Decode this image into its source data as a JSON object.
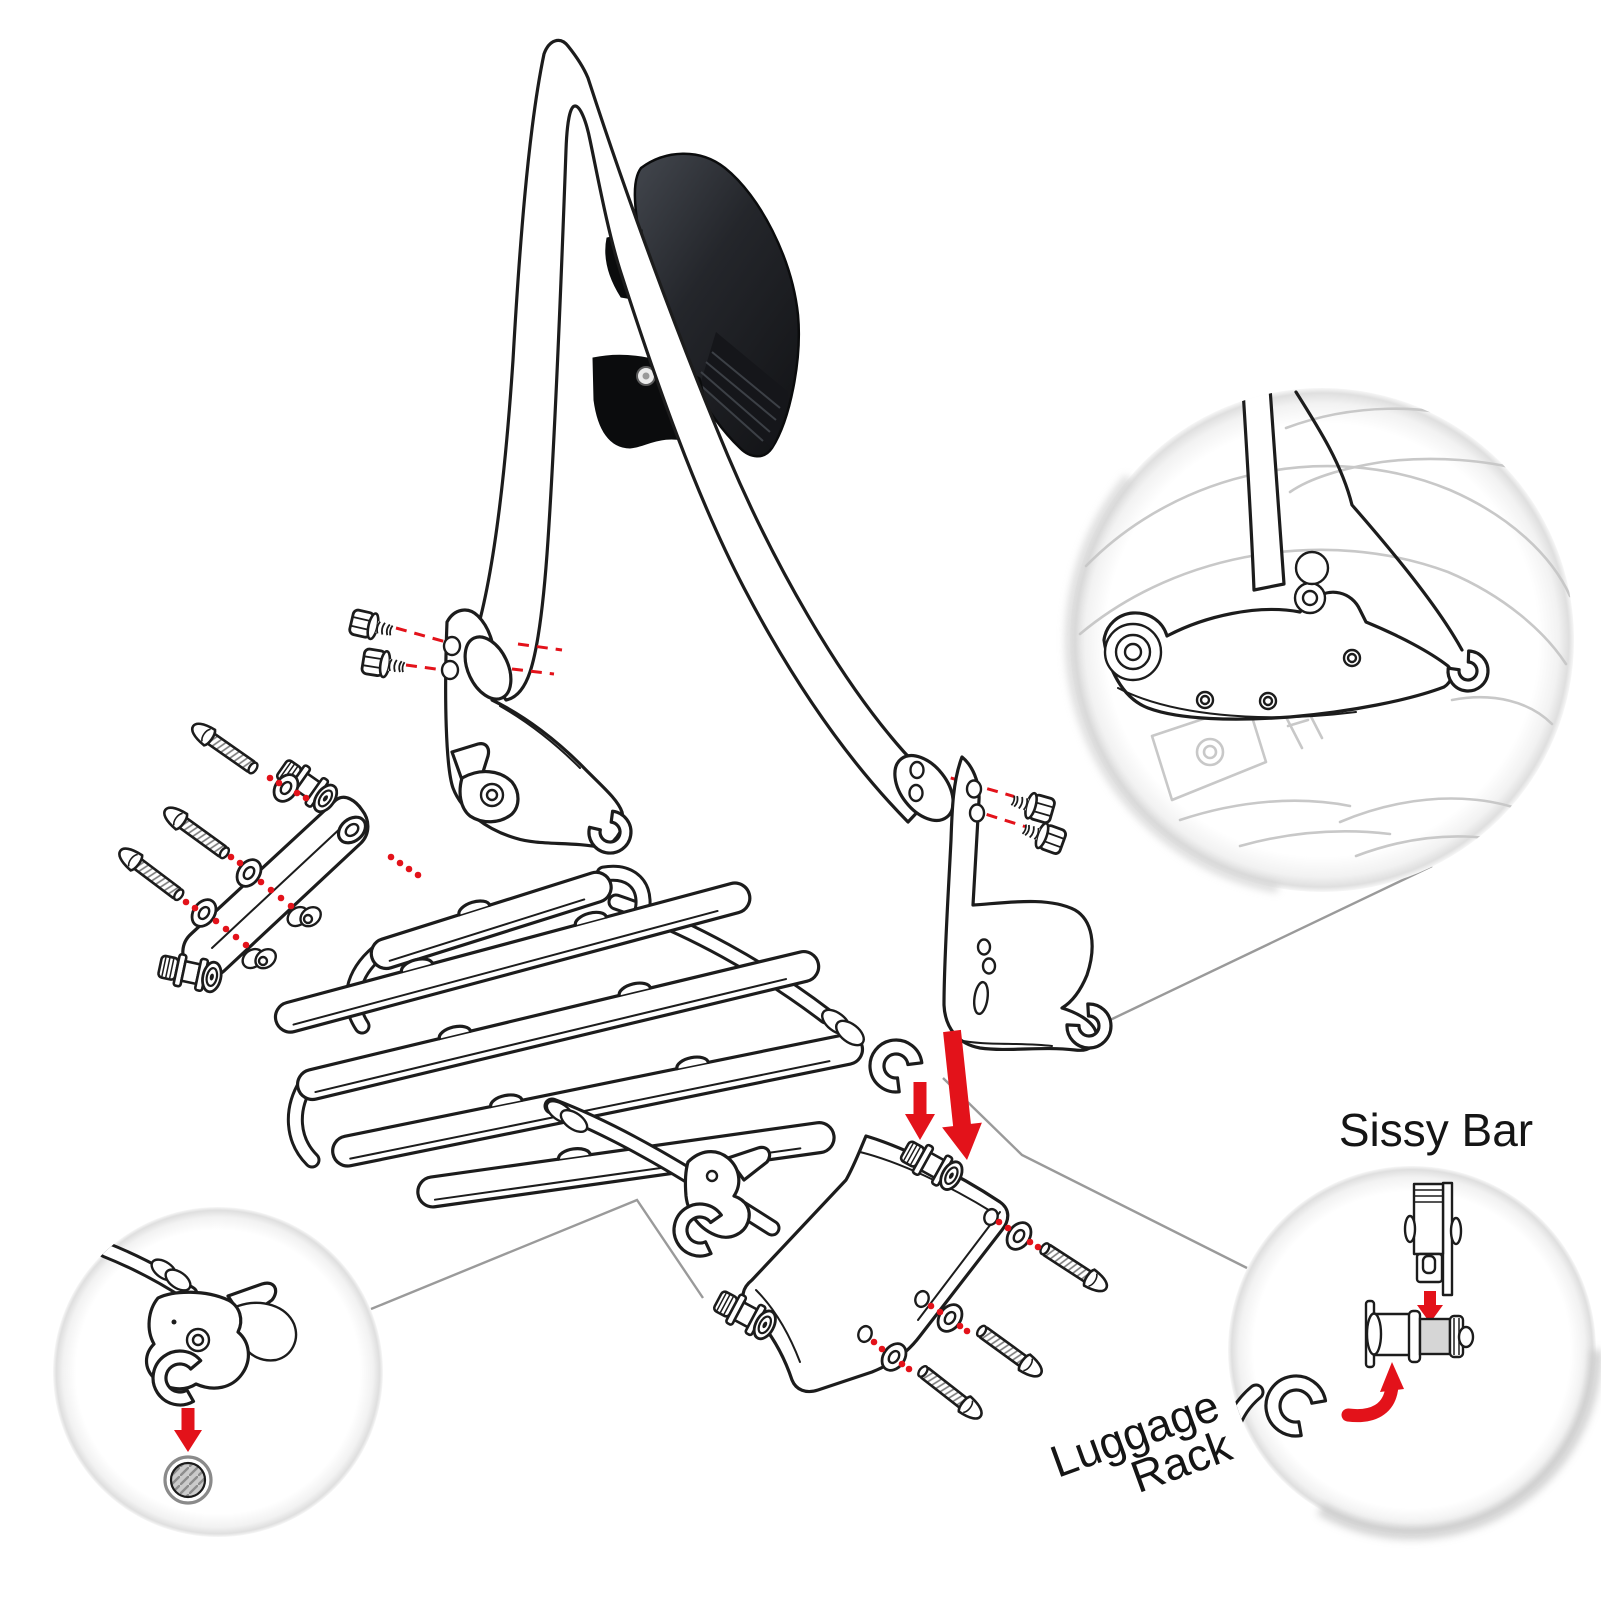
{
  "labels": {
    "sissy_bar": "Sissy Bar",
    "luggage_rack_line1": "Luggage",
    "luggage_rack_line2": "Rack"
  },
  "colors": {
    "background": "#ffffff",
    "line_black": "#1c1c1c",
    "accent_red": "#e3121a",
    "leader_gray": "#9a9a9a",
    "ghost_gray": "#c8c8c8",
    "pad_dark": "#1d2024",
    "metal_gray": "#d6d6d6",
    "grommet_gray": "#cbcbcb"
  },
  "icons": [
    "install-arrow-large-down",
    "install-arrow-small-down",
    "install-arrow-grommet-down",
    "install-arrow-clamp-down",
    "install-arrow-curved-up",
    "detail-circle-fender-bracket",
    "detail-circle-latch-grommet",
    "detail-circle-docking-spool"
  ]
}
